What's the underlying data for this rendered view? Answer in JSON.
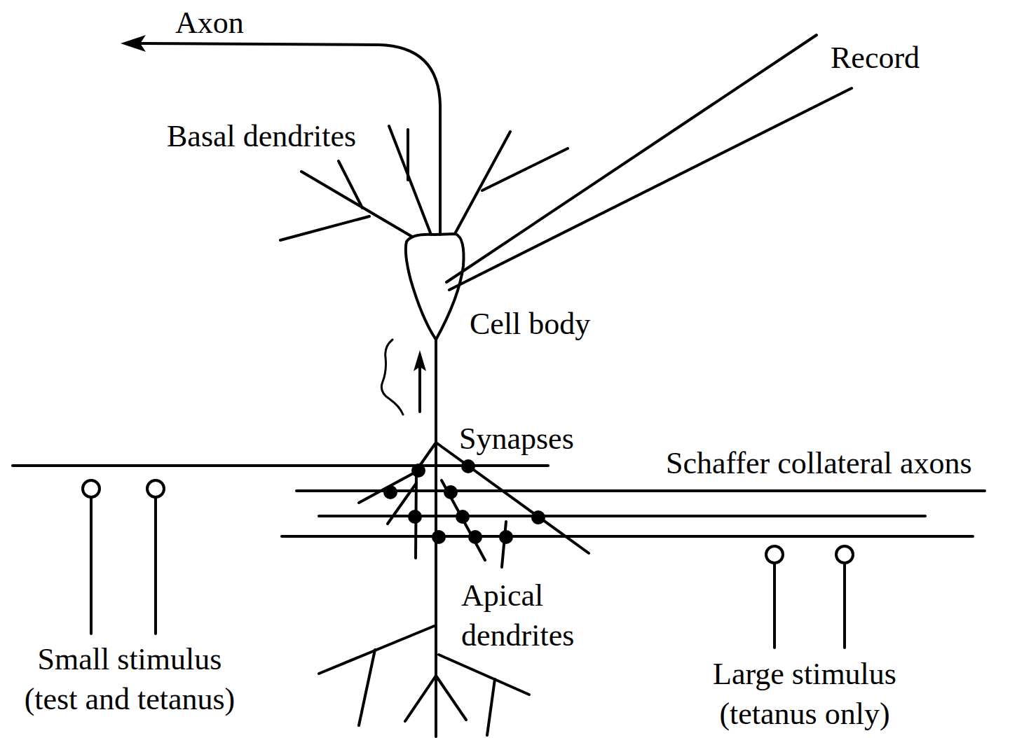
{
  "diagram": {
    "labels": [
      "Axon",
      "Record",
      "Basal dendrites",
      "Cell body",
      "Synapses",
      "Schaffer collateral axons",
      "Apical dendrites",
      "Small stimulus (test and tetanus)",
      "Large stimulus (tetanus only)"
    ]
  }
}
